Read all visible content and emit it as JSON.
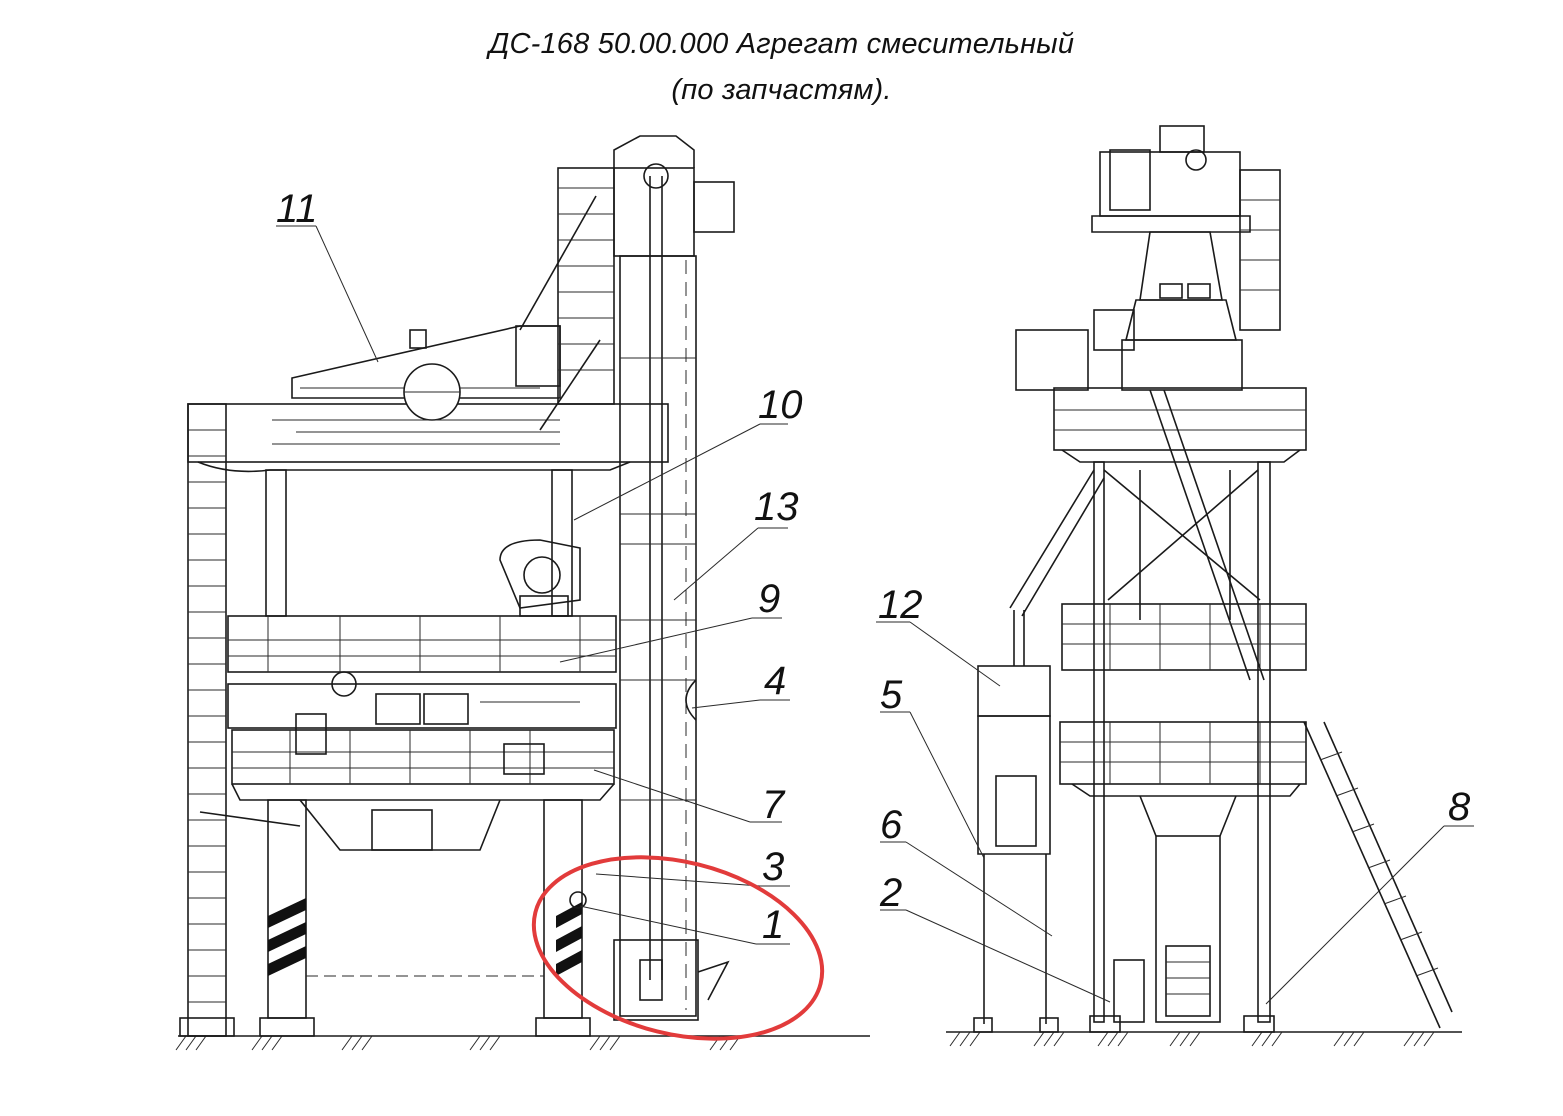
{
  "title": {
    "line1": "ДС-168 50.00.000 Агрегат смесительный",
    "line2": "(по запчастям)."
  },
  "callouts": [
    "1",
    "2",
    "3",
    "4",
    "5",
    "6",
    "7",
    "8",
    "9",
    "10",
    "11",
    "12",
    "13"
  ],
  "highlight": {
    "color": "#e23b3b",
    "target_callouts": [
      "1",
      "3"
    ]
  }
}
